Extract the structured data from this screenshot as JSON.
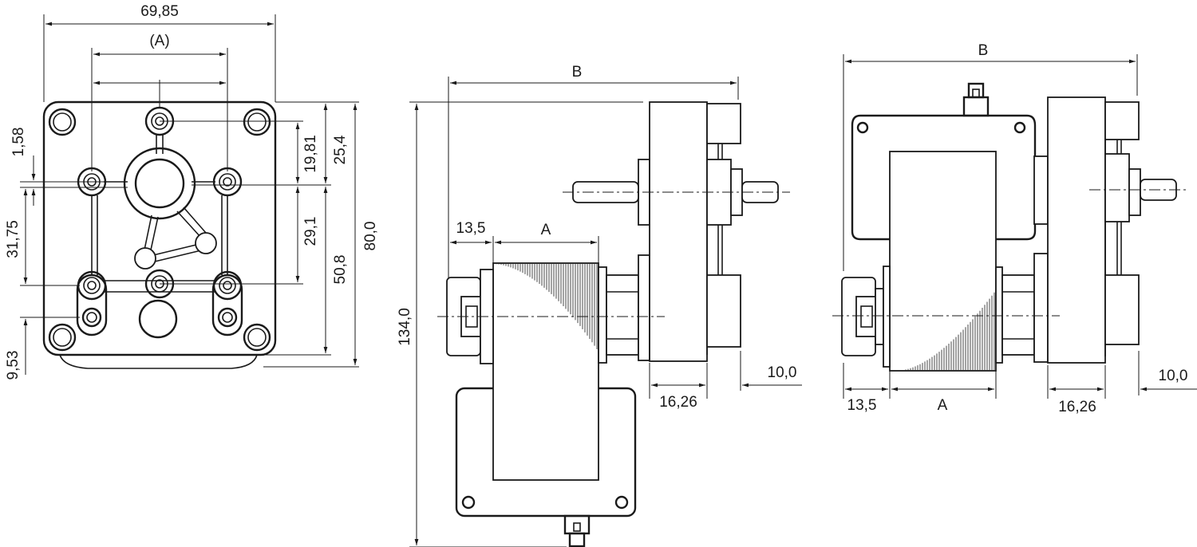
{
  "views": {
    "front": {
      "dim_overall_width": "69,85",
      "dim_hole_spacing": "(A)",
      "dim_left_1": "1,58",
      "dim_left_2": "31,75",
      "dim_left_3": "9,53",
      "dim_right_1": "19,81",
      "dim_right_2": "25,4",
      "dim_right_3": "29,1",
      "dim_right_4": "50,8",
      "dim_right_5": "80,0"
    },
    "side": {
      "dim_length": "B",
      "dim_height": "134,0",
      "dim_offset": "13,5",
      "dim_coil": "A",
      "dim_gear": "16,26",
      "dim_shaft": "10,0"
    },
    "top": {
      "dim_length": "B",
      "dim_offset": "13,5",
      "dim_coil": "A",
      "dim_gear": "16,26",
      "dim_shaft": "10,0"
    }
  }
}
